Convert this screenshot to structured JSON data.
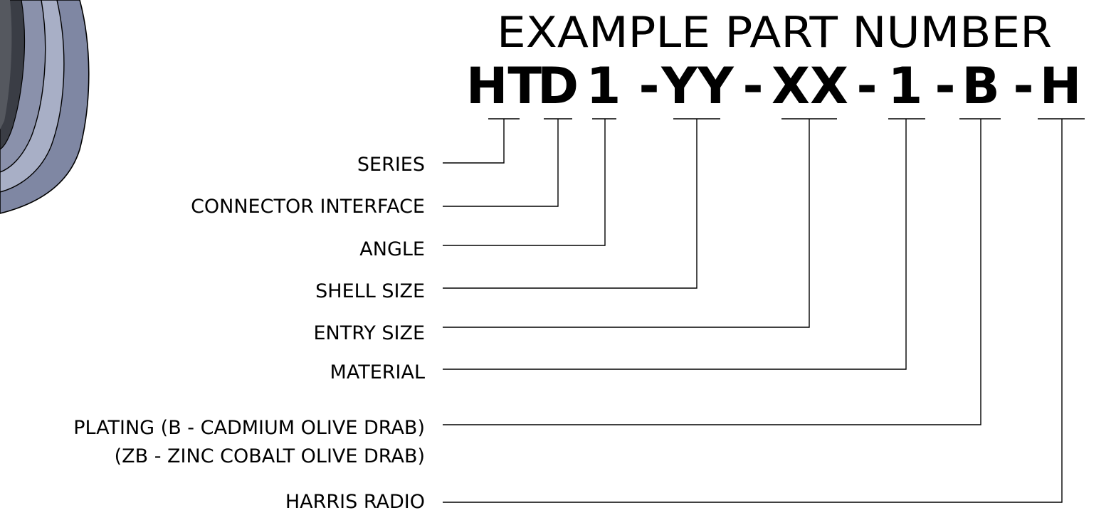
{
  "diagram": {
    "title": "EXAMPLE PART NUMBER",
    "part_number_segments": [
      {
        "id": "series",
        "text": "HT"
      },
      {
        "id": "interface",
        "text": "D"
      },
      {
        "id": "angle",
        "text": "1"
      },
      {
        "id": "dash1",
        "text": "-"
      },
      {
        "id": "shell",
        "text": "YY"
      },
      {
        "id": "dash2",
        "text": "-"
      },
      {
        "id": "entry",
        "text": "XX"
      },
      {
        "id": "dash3",
        "text": "-"
      },
      {
        "id": "material",
        "text": "1"
      },
      {
        "id": "dash4",
        "text": "-"
      },
      {
        "id": "plating",
        "text": "B"
      },
      {
        "id": "dash5",
        "text": "-"
      },
      {
        "id": "radio",
        "text": "H"
      }
    ],
    "labels": {
      "series": "SERIES",
      "interface": "CONNECTOR INTERFACE",
      "angle": "ANGLE",
      "shell": "SHELL SIZE",
      "entry": "ENTRY SIZE",
      "material": "MATERIAL",
      "plating_line1": "PLATING (B - CADMIUM OLIVE DRAB)",
      "plating_line2": "(ZB - ZINC COBALT OLIVE DRAB)",
      "radio": "HARRIS RADIO"
    },
    "colors": {
      "ink": "#000000",
      "connector_body": "#7f87a3",
      "connector_dark": "#3a3d45",
      "connector_light": "#a8afc6"
    },
    "icons": [
      "connector-illustration-icon"
    ]
  }
}
